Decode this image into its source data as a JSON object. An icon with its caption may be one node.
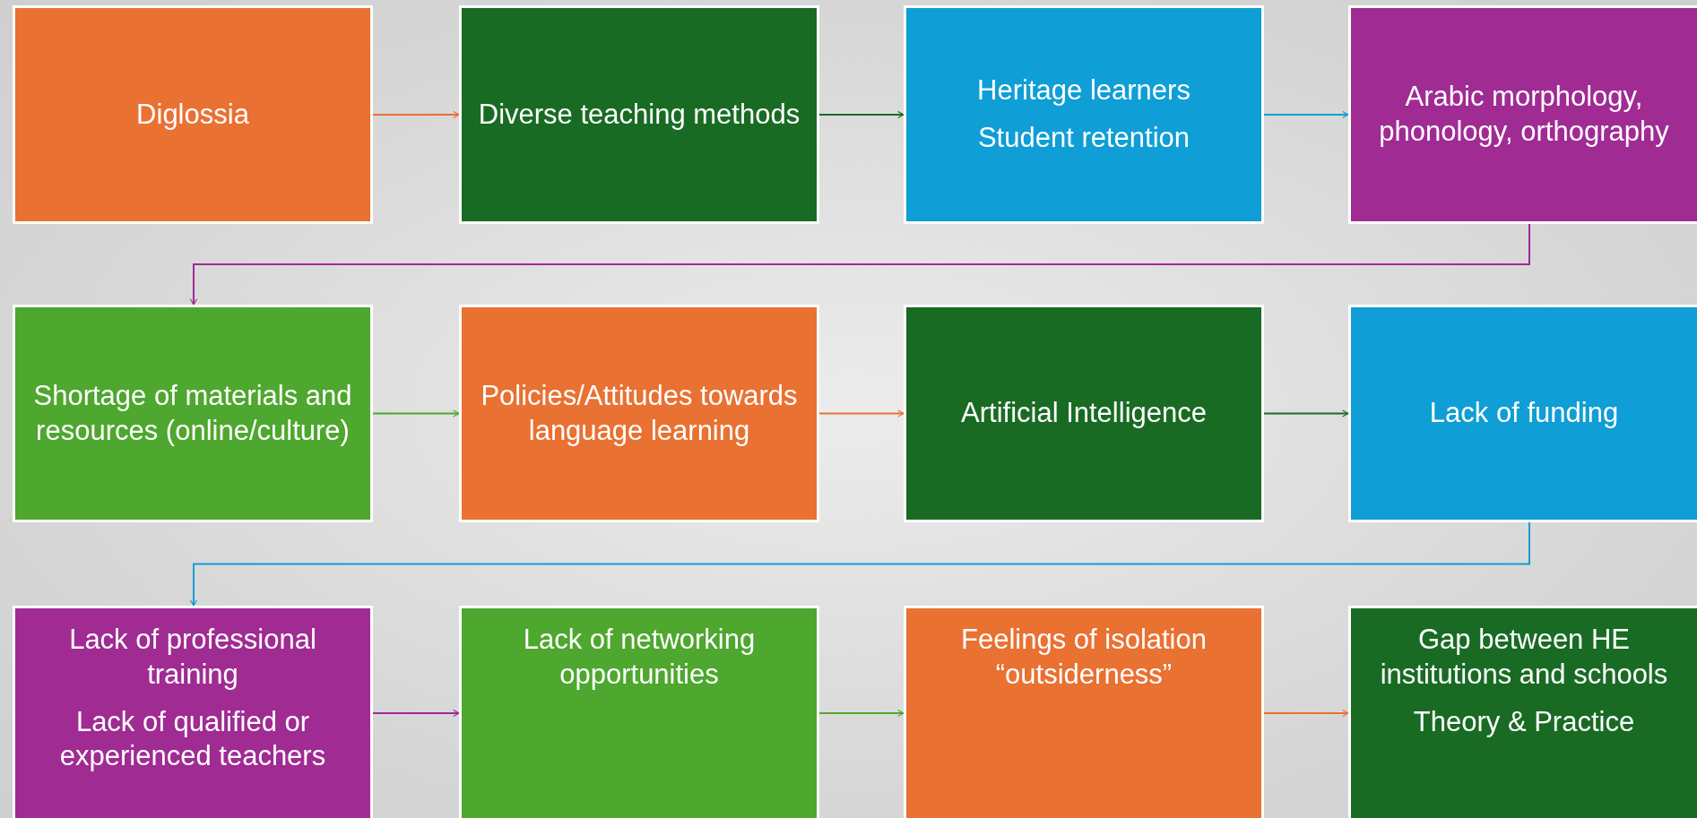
{
  "diagram": {
    "nodes": [
      {
        "text": [
          "Diglossia"
        ]
      },
      {
        "text": [
          "Diverse teaching methods"
        ]
      },
      {
        "text": [
          "Heritage learners",
          "Student retention"
        ]
      },
      {
        "text": [
          "Arabic morphology, phonology, orthography"
        ]
      },
      {
        "text": [
          "Shortage of materials and resources (online/culture)"
        ]
      },
      {
        "text": [
          "Policies/Attitudes towards language learning"
        ]
      },
      {
        "text": [
          "Artificial Intelligence"
        ]
      },
      {
        "text": [
          "Lack of funding"
        ]
      },
      {
        "text": [
          "Lack of professional training",
          "Lack of qualified or experienced teachers"
        ]
      },
      {
        "text": [
          "Lack of networking opportunities"
        ]
      },
      {
        "text": [
          "Feelings of isolation “outsiderness”"
        ]
      },
      {
        "text": [
          "Gap between HE institutions and schools",
          "Theory & Practice"
        ]
      }
    ],
    "edges": [
      {
        "from": 0,
        "to": 1,
        "arrow": "to"
      },
      {
        "from": 1,
        "to": 2,
        "arrow": "to",
        "color": "#196b24"
      },
      {
        "from": 2,
        "to": 3,
        "arrow": "to",
        "color": "#0f9ed5"
      },
      {
        "from": 3,
        "to": 4,
        "arrow": "to",
        "color": "#a02b93"
      },
      {
        "from": 4,
        "to": 5,
        "arrow": "to",
        "color": "#4ea72e"
      },
      {
        "from": 5,
        "to": 6,
        "arrow": "to"
      },
      {
        "from": 6,
        "to": 7,
        "arrow": "to",
        "color": "#196b24"
      },
      {
        "from": 7,
        "to": 8,
        "arrow": "to",
        "color": "#0f9ed5"
      },
      {
        "from": 8,
        "to": 9,
        "arrow": "to",
        "color": "#a02b93"
      },
      {
        "from": 9,
        "to": 10,
        "arrow": "to",
        "color": "#4ea72e"
      },
      {
        "from": 10,
        "to": 11,
        "arrow": "to"
      }
    ]
  }
}
